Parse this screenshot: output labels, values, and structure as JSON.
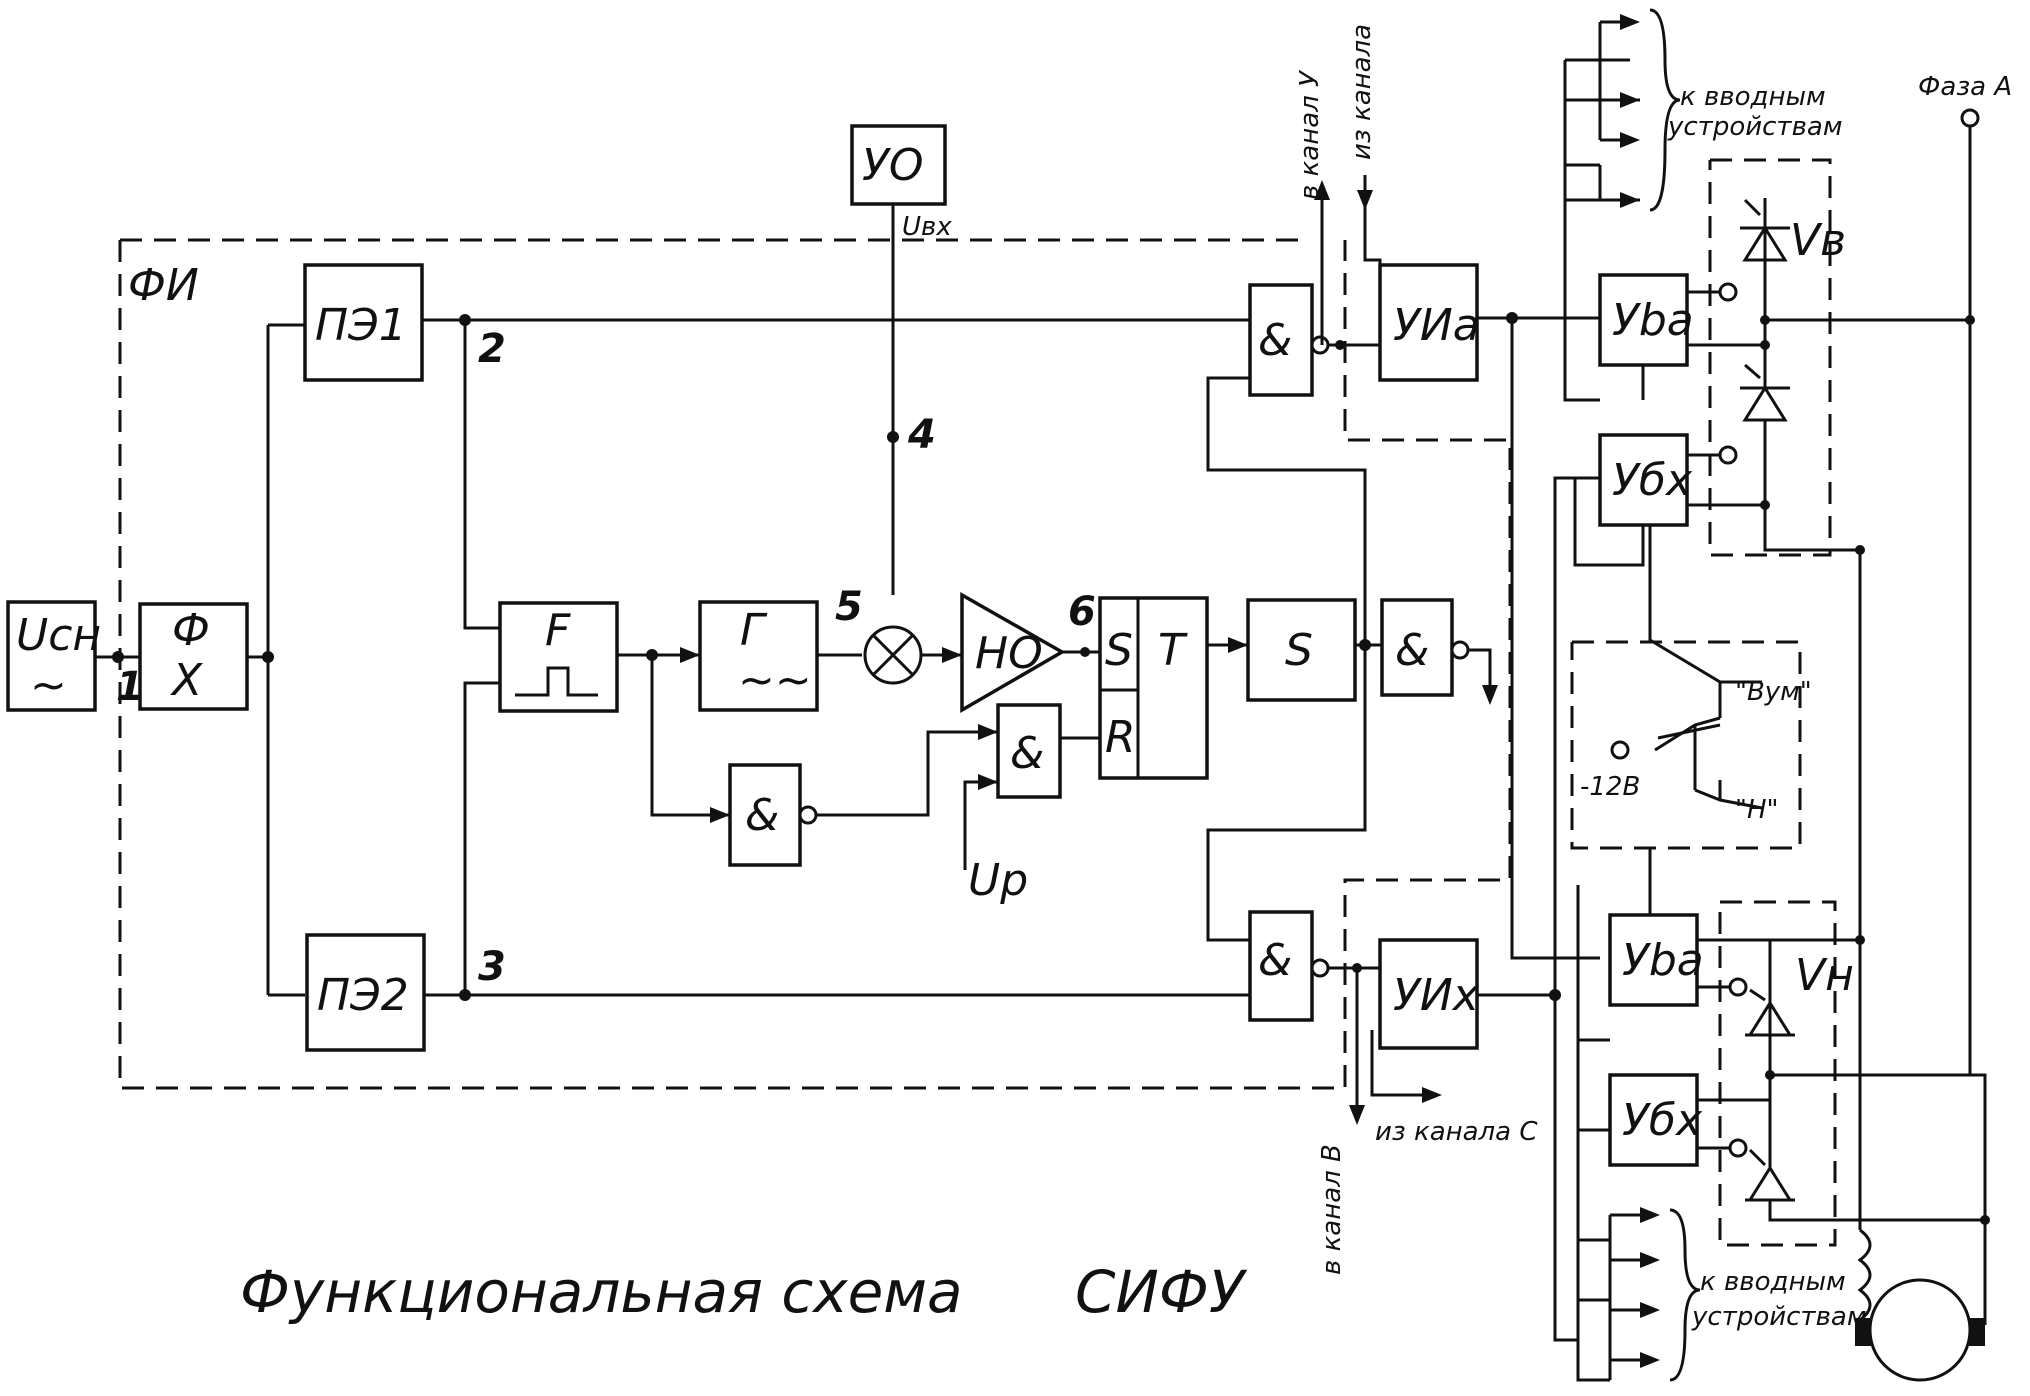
{
  "diagram": {
    "caption": "Функциональная схема",
    "caption_name": "СИФУ",
    "blocks": {
      "usn": "Uсн",
      "usn_symbol": "~",
      "phi_top": "Ф",
      "phi_bottom": "Х",
      "pe1": "ПЭ1",
      "pe2": "ПЭ2",
      "uo": "УО",
      "uvx_sig": "Uвх",
      "fi": "ФИ",
      "f_top": "F",
      "g_top": "Г",
      "g_bottom": "~~",
      "ho": "НО",
      "and": "&",
      "trig_s": "S",
      "trig_r": "R",
      "trig_t": "T",
      "s_block": "S",
      "up": "Up",
      "uia": "УИa",
      "uix": "УИх",
      "uva": "Уba",
      "uvx": "Убх"
    },
    "nodes": [
      "1",
      "2",
      "3",
      "4",
      "5",
      "6"
    ],
    "labels": {
      "to_channel_u": "в канал У",
      "from_channel": "из канала",
      "to_channel_b": "в канал В",
      "from_channel_c": "из канала С",
      "to_input_1a": "к вводным",
      "to_input_1b": "устройствам",
      "to_input_2a": "к вводным",
      "to_input_2b": "устройствам",
      "phase_a": "Фаза А",
      "vb": "Vв",
      "vh": "Vн",
      "minus12": "-12В",
      "b_amp": "\"Вум\"",
      "h_amp": "\"Н\""
    }
  }
}
